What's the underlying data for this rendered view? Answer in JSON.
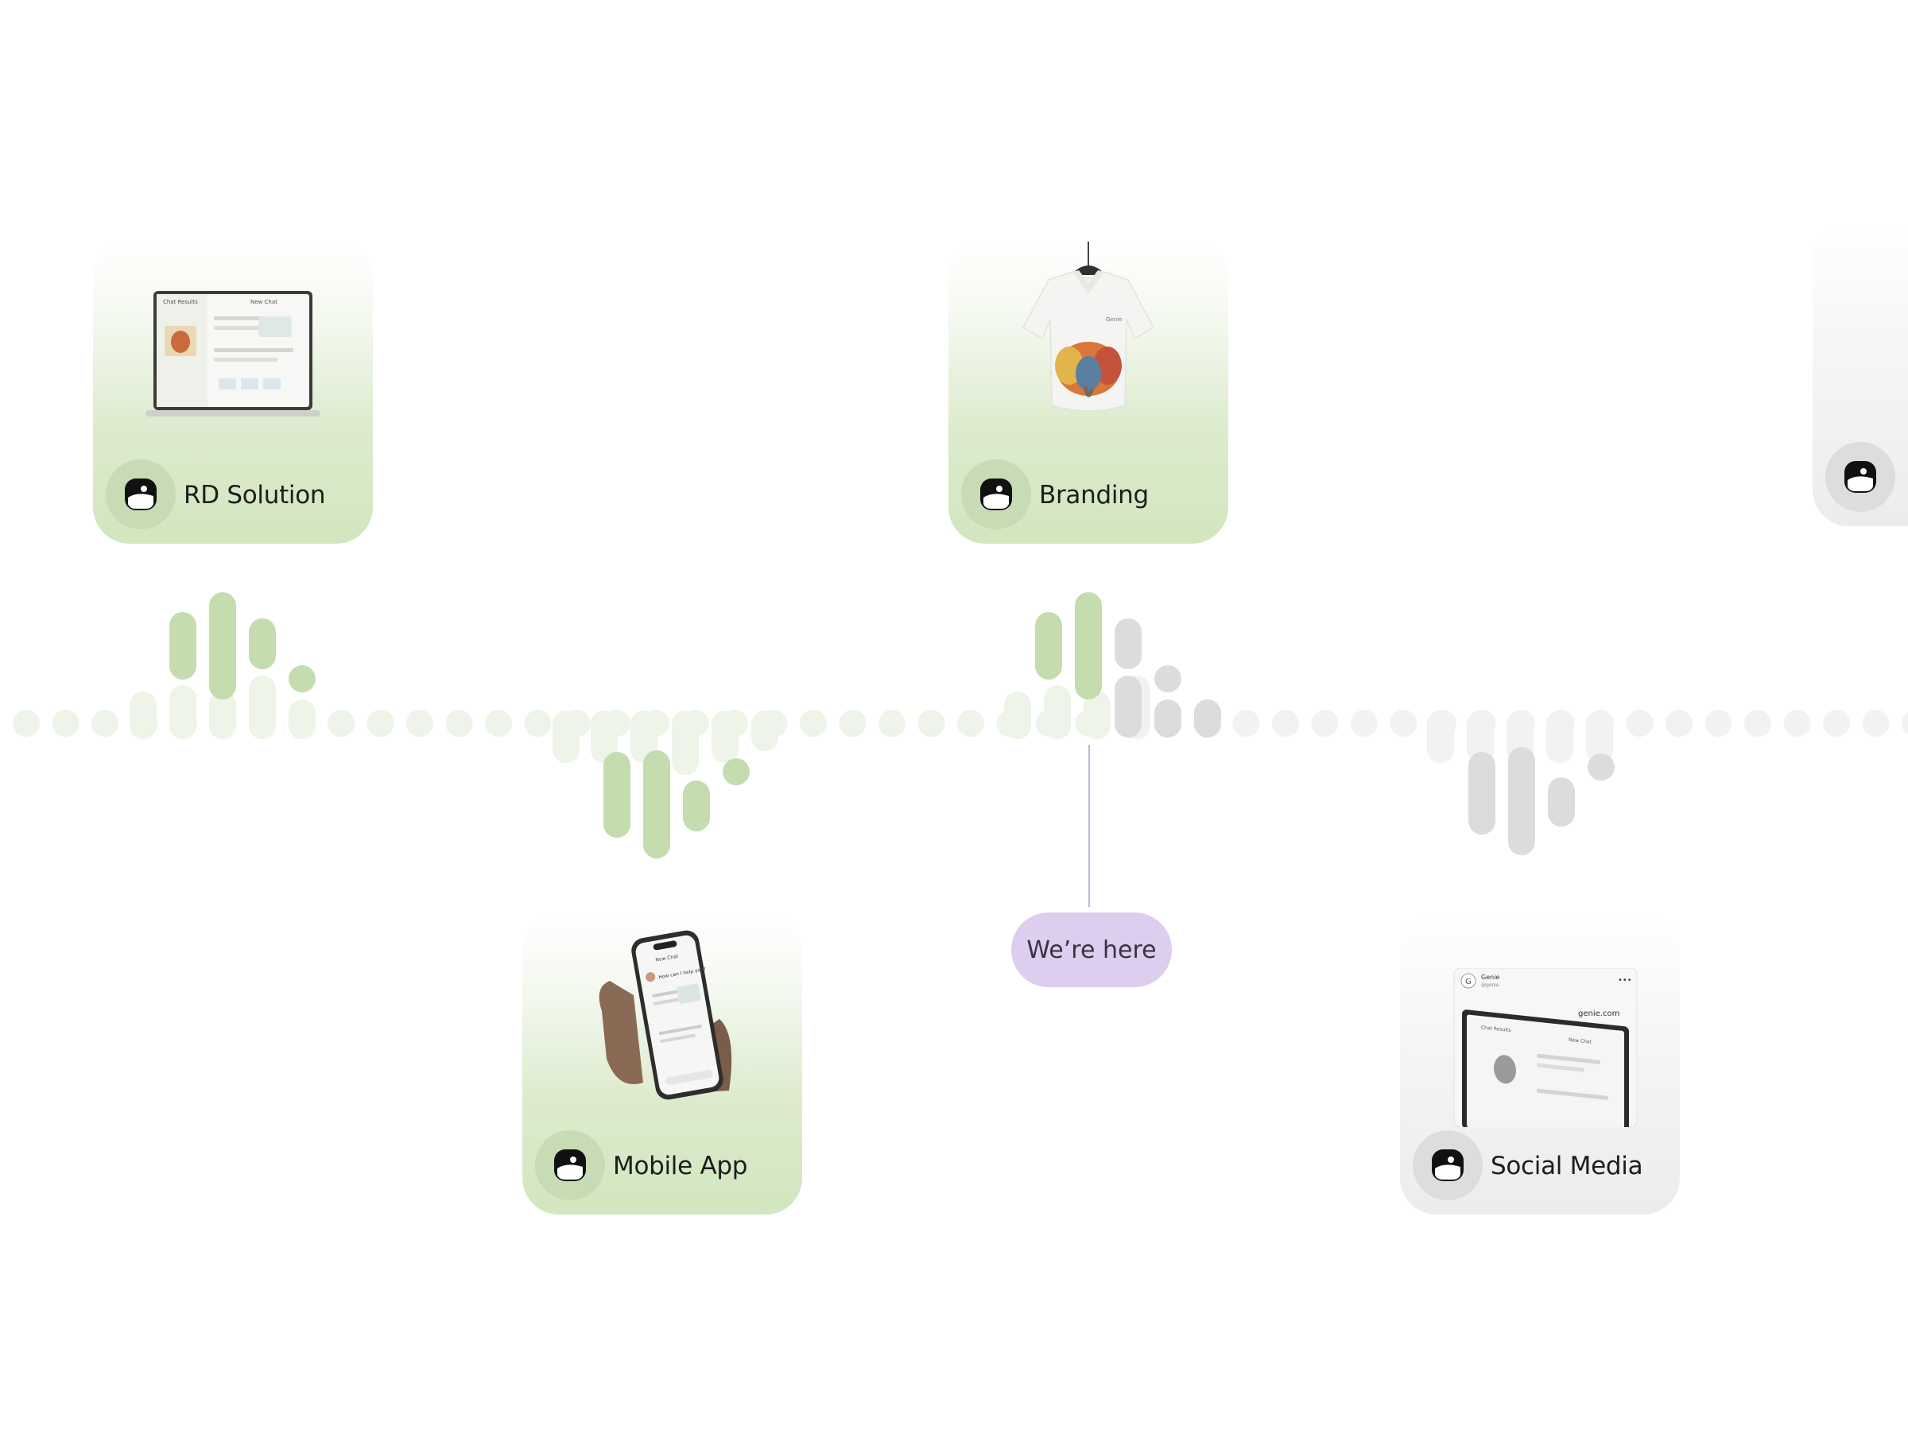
{
  "cards": [
    {
      "id": "rd",
      "label": "RD Solution",
      "theme": "green"
    },
    {
      "id": "branding",
      "label": "Branding",
      "theme": "green"
    },
    {
      "id": "mobile",
      "label": "Mobile App",
      "theme": "green"
    },
    {
      "id": "social",
      "label": "Social Media",
      "theme": "gray"
    },
    {
      "id": "partial",
      "label": "",
      "theme": "gray"
    }
  ],
  "marker": {
    "label": "We’re here"
  },
  "icons": {
    "card_logo": "genie-logo-icon"
  },
  "mockups": {
    "laptop": {
      "left_title": "Chat Results",
      "right_title": "New Chat"
    },
    "shirt": {
      "brand": "Genie"
    },
    "phone": {
      "title": "New Chat",
      "greeting": "How can I help you?"
    },
    "social": {
      "account": "Genie",
      "handle": "@genie",
      "domain": "genie.com",
      "screen_left": "Chat Results",
      "screen_right": "New Chat"
    }
  },
  "colors": {
    "active": "#c5dcaf",
    "active_faint": "#eef4e8",
    "inactive": "#dcdcdc",
    "inactive_faint": "#f2f2f2",
    "marker": "#ddcdef"
  }
}
